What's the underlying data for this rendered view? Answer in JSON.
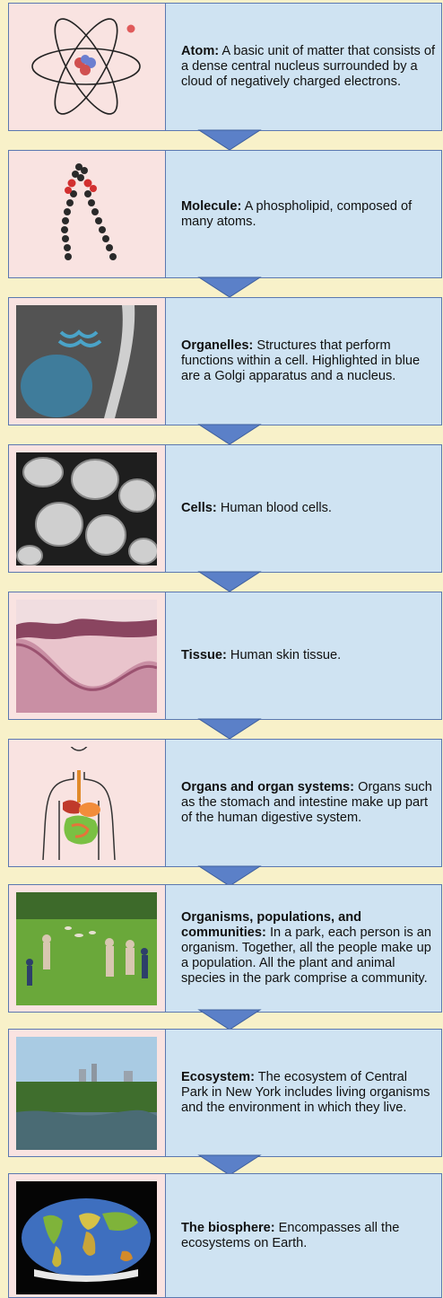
{
  "levels": [
    {
      "term": "Atom:",
      "text": "A basic unit of matter that consists of a dense central nucleus surrounded by a cloud of negatively charged electrons."
    },
    {
      "term": "Molecule:",
      "text": "A phospholipid, composed of many atoms."
    },
    {
      "term": "Organelles:",
      "text": "Structures that perform functions within a cell. Highlighted in blue are a Golgi apparatus and a nucleus."
    },
    {
      "term": "Cells:",
      "text": "Human blood cells."
    },
    {
      "term": "Tissue:",
      "text": "Human skin tissue."
    },
    {
      "term": "Organs and organ systems:",
      "text": "Organs such as the stomach and intestine make up part of the human digestive system."
    },
    {
      "term": "Organisms, populations, and communities:",
      "text": "In a park, each person is an organism. Together, all the people make up a population. All the plant and animal species in the park comprise a community."
    },
    {
      "term": "Ecosystem:",
      "text": "The ecosystem of Central Park in New York includes living organisms and the environment in which they live."
    },
    {
      "term": "The biosphere:",
      "text": "Encompasses all the ecosystems on Earth."
    }
  ],
  "colors": {
    "background": "#f8f1c9",
    "panel_text_bg": "#cfe3f2",
    "panel_image_bg": "#f9e3e1",
    "border": "#5b78b0",
    "arrow": "#5b80c8"
  }
}
